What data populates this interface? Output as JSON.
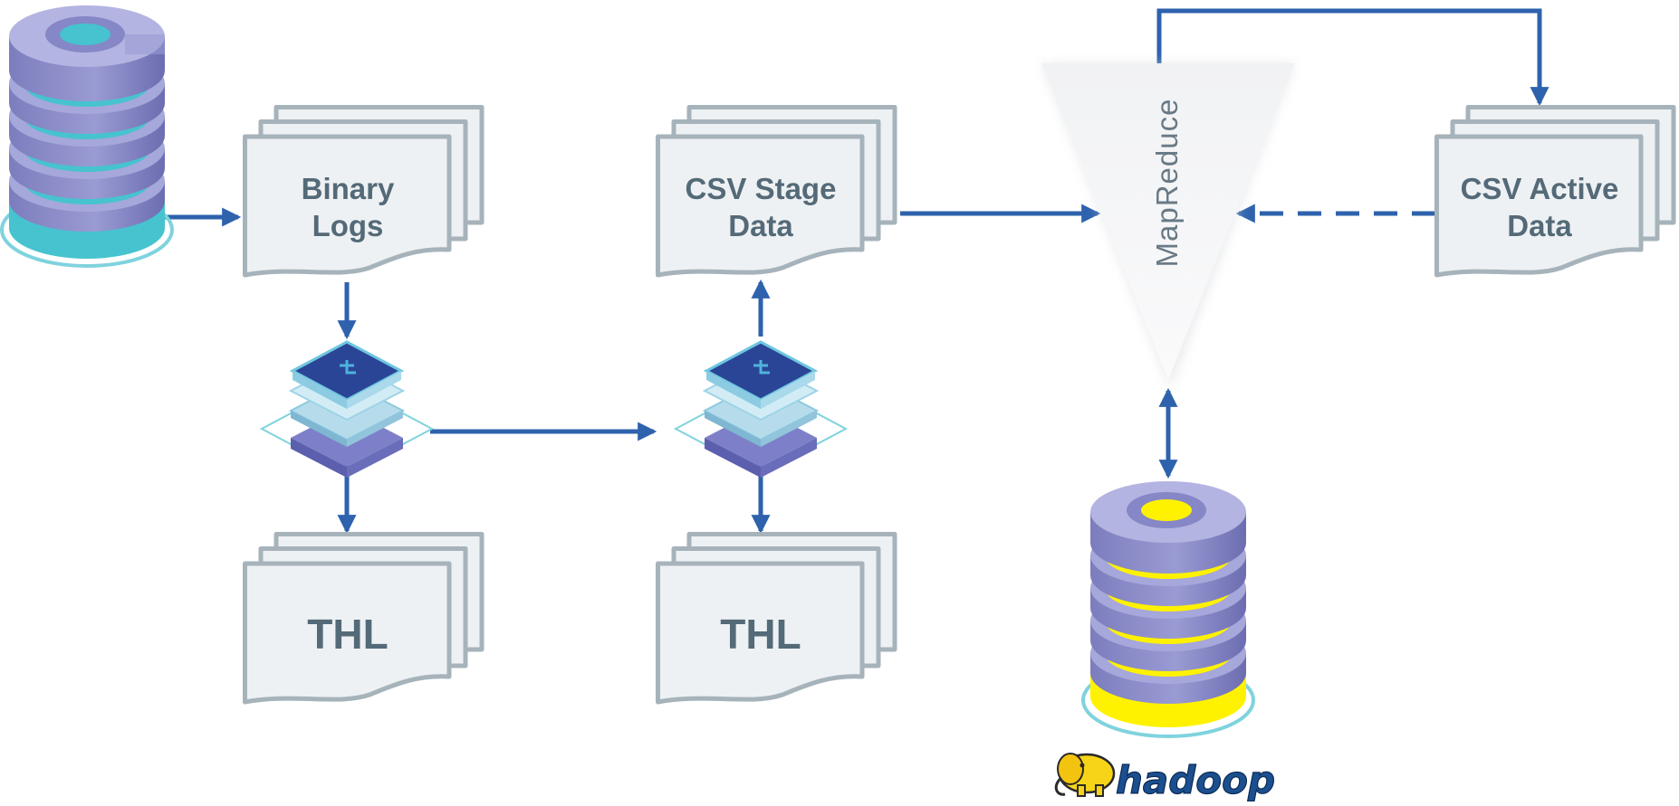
{
  "diagram": {
    "documents": {
      "binary_logs": {
        "line1": "Binary",
        "line2": "Logs"
      },
      "csv_stage": {
        "line1": "CSV Stage",
        "line2": "Data"
      },
      "csv_active": {
        "line1": "CSV Active",
        "line2": "Data"
      },
      "thl_left": "THL",
      "thl_right": "THL"
    },
    "mapreduce_label": "MapReduce",
    "hadoop_label": "hadoop",
    "colors": {
      "arrow": "#2e62ad",
      "doc_stroke": "#a6b3bb",
      "doc_fill": "#eef1f3",
      "doc_text": "#546a78",
      "disk_purple": "#8f90c9",
      "disk_teal": "#46c3cf",
      "disk_yellow": "#fff200",
      "chip_dark": "#2b4596",
      "chip_light": "#a7d5e6"
    }
  }
}
